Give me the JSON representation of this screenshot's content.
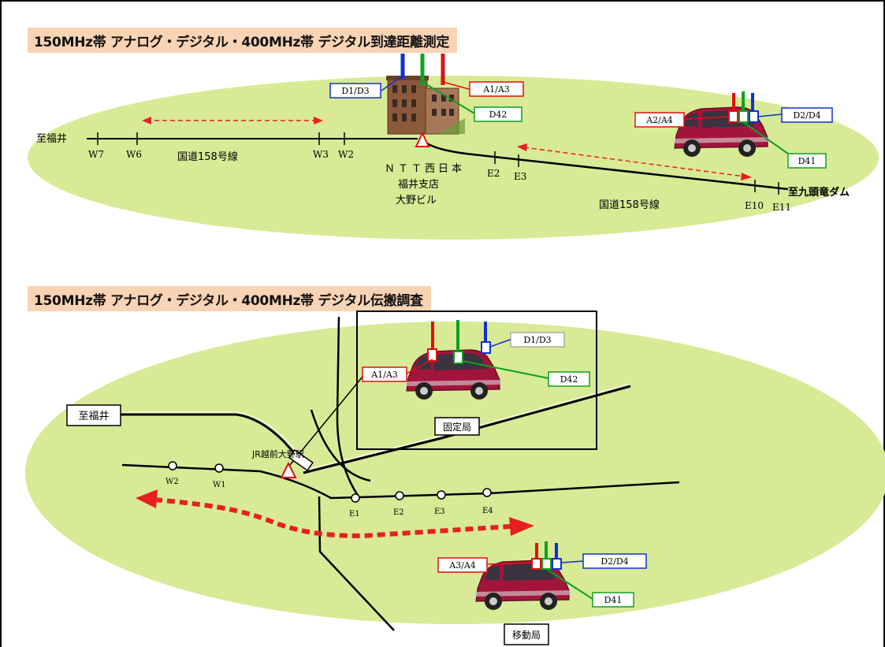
{
  "section1": {
    "title": "150MHz帯 アナログ・デジタル・400MHz帯 デジタル到達距離測定",
    "to_fukui": "至福井",
    "to_dam": "至九頭竜ダム",
    "road_left": "国道158号線",
    "road_right": "国道158号線",
    "building_name": [
      "ＮＴＴ西日本",
      "福井支店",
      "大野ビル"
    ],
    "points_west": [
      "W7",
      "W6",
      "W3",
      "W2"
    ],
    "points_east": [
      "E2",
      "E3",
      "E10",
      "E11"
    ],
    "antenna_labels": {
      "building_blue": "D1/D3",
      "building_red": "A1/A3",
      "building_green": "D42",
      "car_red": "A2/A4",
      "car_blue": "D2/D4",
      "car_green": "D41"
    }
  },
  "section2": {
    "title": "150MHz帯 アナログ・デジタル・400MHz帯 デジタル伝搬調査",
    "to_fukui": "至福井",
    "station_name": "JR越前大野駅",
    "fixed_station": "固定局",
    "mobile_station": "移動局",
    "points": [
      "W2",
      "W1",
      "E1",
      "E2",
      "E3",
      "E4"
    ],
    "antenna_labels": {
      "fixed_blue": "D1/D3",
      "fixed_red": "A1/A3",
      "fixed_green": "D42",
      "mobile_red": "A3/A4",
      "mobile_blue": "D2/D4",
      "mobile_green": "D41"
    }
  },
  "colors": {
    "field": "#d8ea95",
    "title_bg": "#f8d3b4",
    "car_body": "#a3143a",
    "antenna_red": "#e01010",
    "antenna_green": "#10a020",
    "antenna_blue": "#1030d0",
    "dashed_arrow": "#e62020"
  }
}
